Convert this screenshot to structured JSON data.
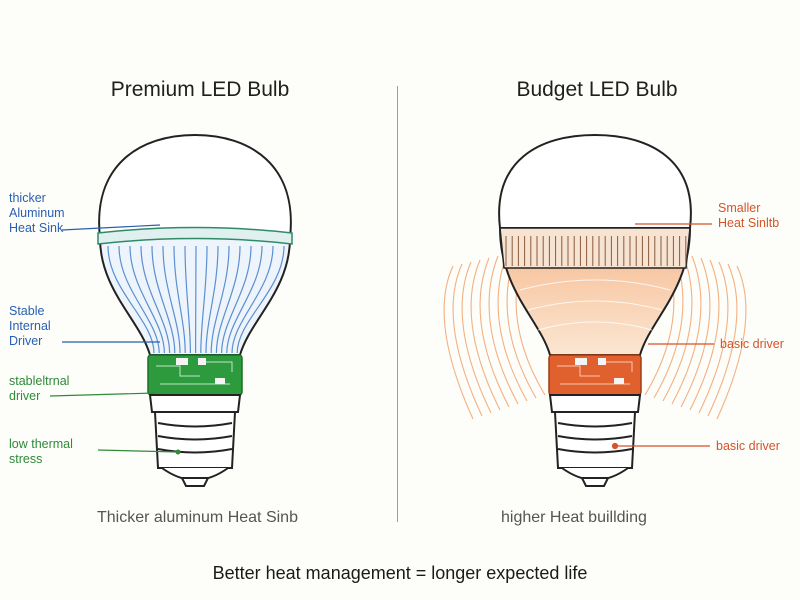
{
  "left": {
    "title": "Premium LED Bulb",
    "labels": {
      "heat_sink": "thicker\nAluminum\nHeat Sink",
      "driver": "Stable\nInternal\nDriver",
      "driver2": "stableltrnal\ndriver",
      "stress": "low thermal\nstress"
    },
    "caption": "Thicker aluminum Heat Sinb"
  },
  "right": {
    "title": "Budget LED Bulb",
    "labels": {
      "heat_sink": "Smaller\nHeat Sinltb",
      "driver": "basic driver",
      "driver2": "basic driver"
    },
    "caption": "higher Heat buillding"
  },
  "conclusion": "Better heat management = longer expected life",
  "colors": {
    "premium_accent": "#2a5fb0",
    "premium_circuit": "#2e9a3e",
    "budget_accent": "#d4532a",
    "budget_circuit": "#e0602e"
  }
}
